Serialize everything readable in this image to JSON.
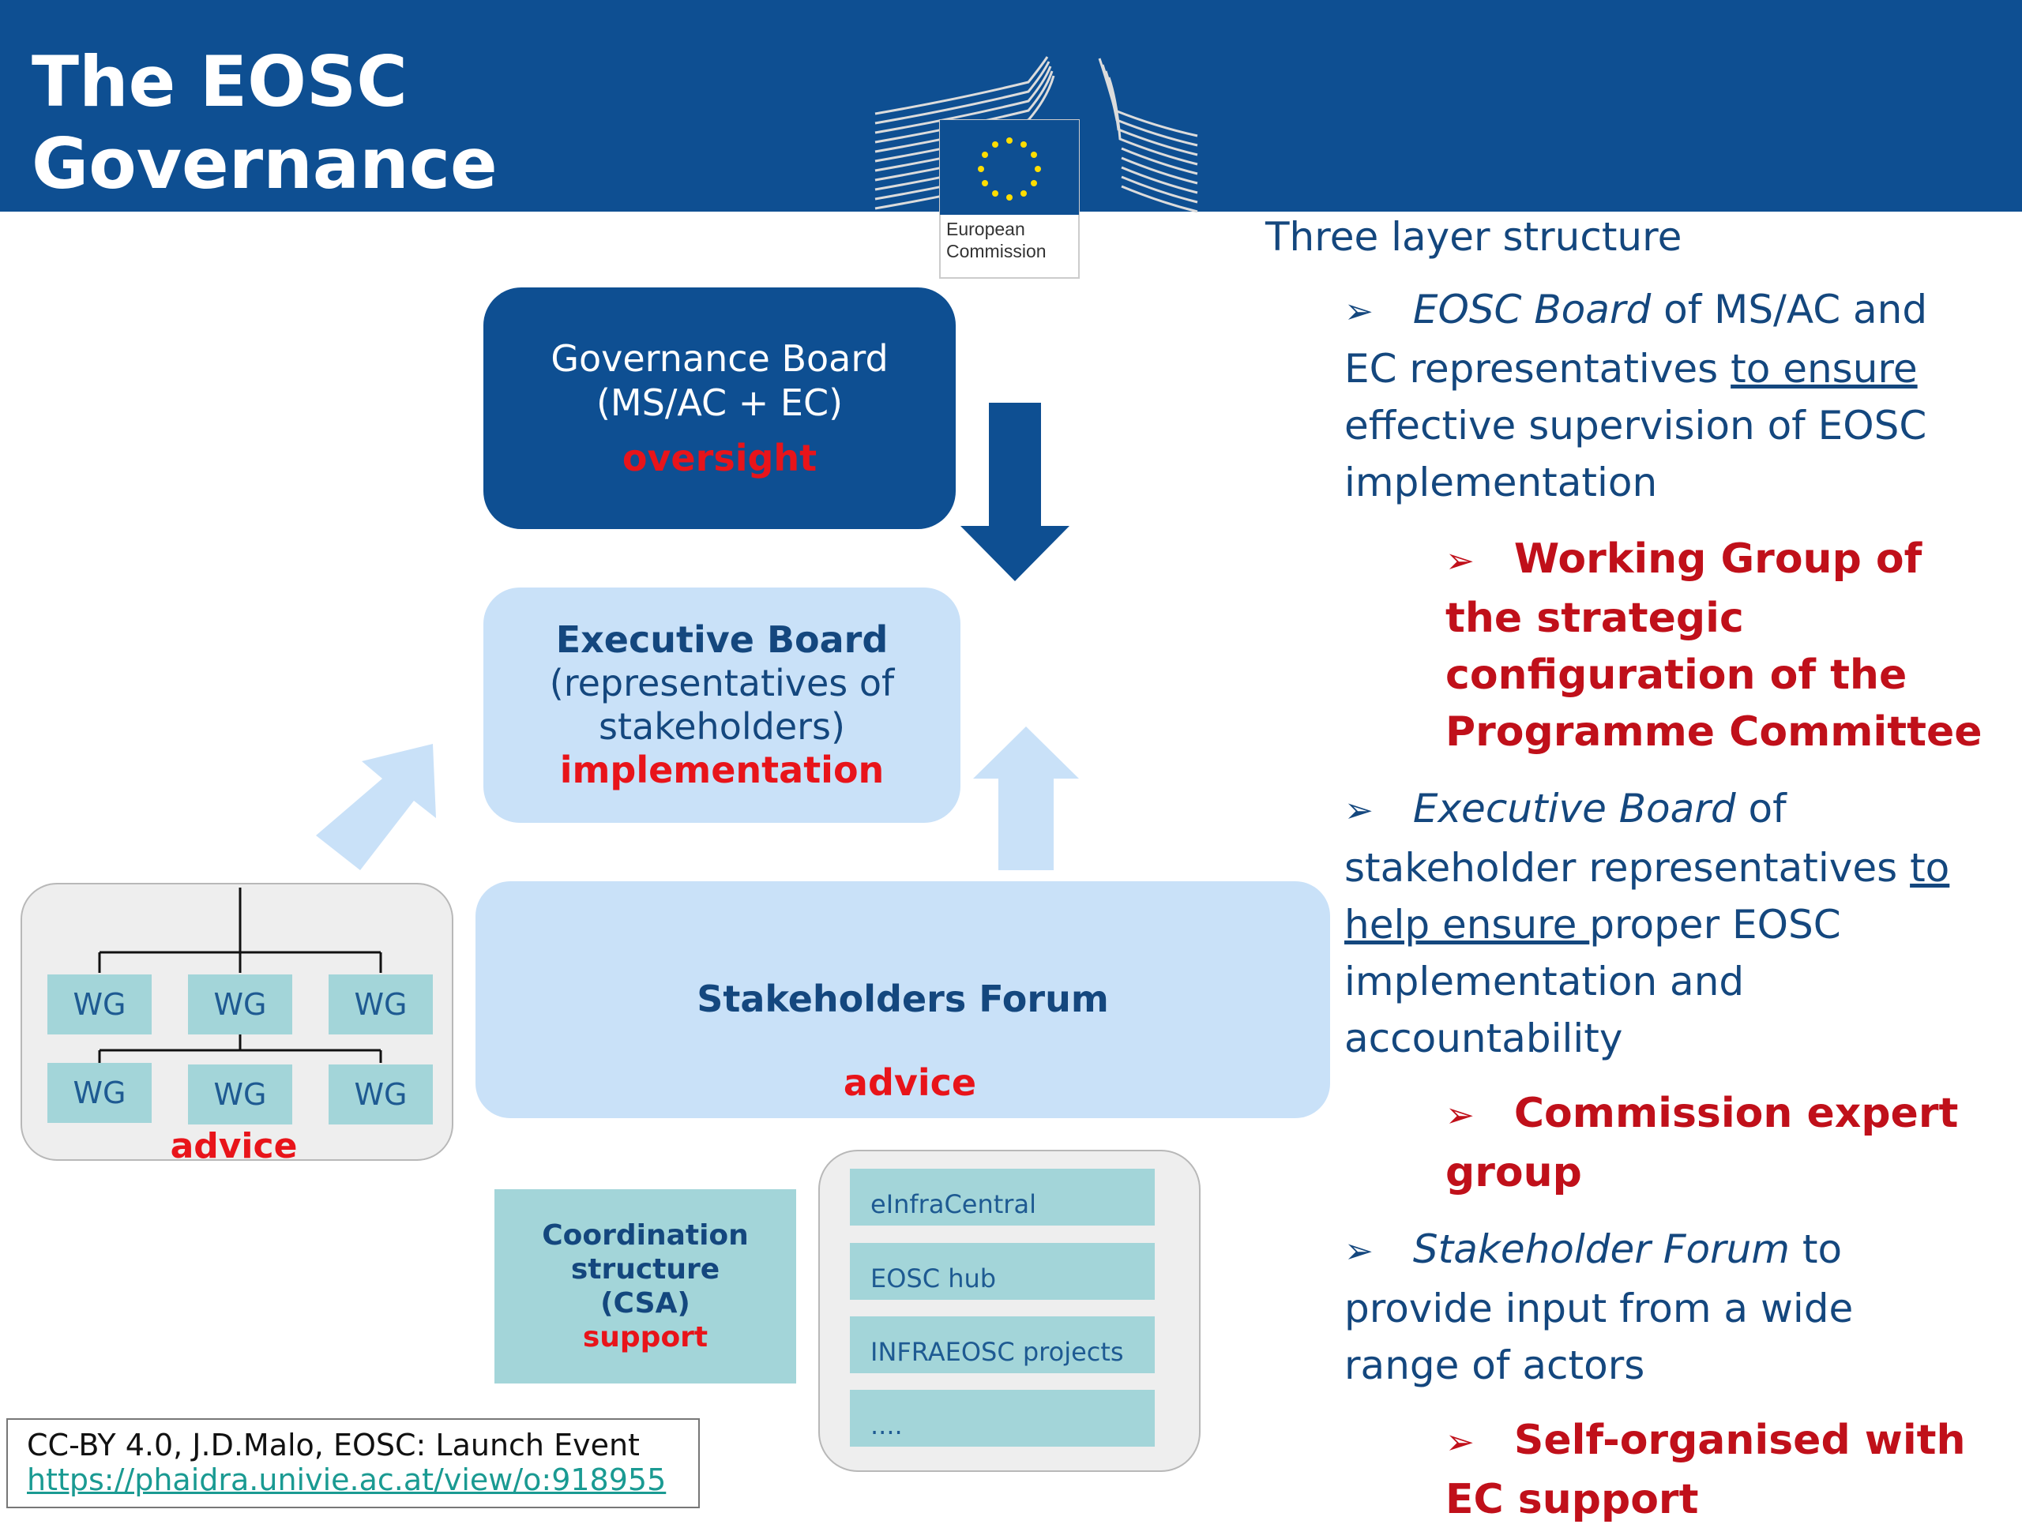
{
  "header": {
    "title_line1": "The EOSC",
    "title_line2": "Governance"
  },
  "logo": {
    "line1": "European",
    "line2": "Commission"
  },
  "colors": {
    "header_blue": "#0e4f92",
    "light_blue": "#c9e1f8",
    "teal": "#a3d5d9",
    "advice_red": "#e8141a",
    "note_red": "#c0101a"
  },
  "diagram": {
    "governance_board": {
      "line1": "Governance Board",
      "line2": "(MS/AC + EC)",
      "role": "oversight"
    },
    "executive_board": {
      "title": "Executive Board",
      "line2": "(representatives of",
      "line3": "stakeholders)",
      "role": "implementation"
    },
    "stakeholders_forum": {
      "title": "Stakeholders Forum",
      "role": "advice"
    },
    "working_groups": {
      "labels": [
        "WG",
        "WG",
        "WG",
        "WG",
        "WG",
        "WG"
      ],
      "role": "advice"
    },
    "coordination": {
      "line1": "Coordination",
      "line2": "structure",
      "line3": "(CSA)",
      "role": "support"
    },
    "projects": [
      "eInfraCentral",
      "EOSC hub",
      "INFRAEOSC projects",
      "...."
    ]
  },
  "credit": {
    "line1": "CC-BY 4.0, J.D.Malo, EOSC: Launch Event",
    "link": "https://phaidra.univie.ac.at/view/o:918955"
  },
  "right_panel": {
    "heading": "Three layer structure",
    "bullet_glyph": "➢",
    "b1": {
      "italic": "EOSC Board",
      "t1": " of MS/AC and",
      "t2": "EC representatives ",
      "u": "to ensure",
      "t3": "effective supervision of EOSC",
      "t4": "implementation"
    },
    "s1": {
      "l1": "Working Group of",
      "l2": "the strategic",
      "l3": "configuration of the",
      "l4": "Programme Committee"
    },
    "b2": {
      "italic": "Executive Board",
      "t1": " of",
      "t2": "stakeholder representatives ",
      "u1": "to",
      "u2": "help ensure ",
      "t3": "proper EOSC",
      "t4": "implementation and",
      "t5": "accountability"
    },
    "s2": {
      "l1": "Commission expert",
      "l2": "group"
    },
    "b3": {
      "italic": "Stakeholder Forum",
      "t1": " to",
      "t2": "provide input from a wide",
      "t3": "range of actors"
    },
    "s3": {
      "l1": "Self-organised with",
      "l2": "EC support"
    }
  }
}
